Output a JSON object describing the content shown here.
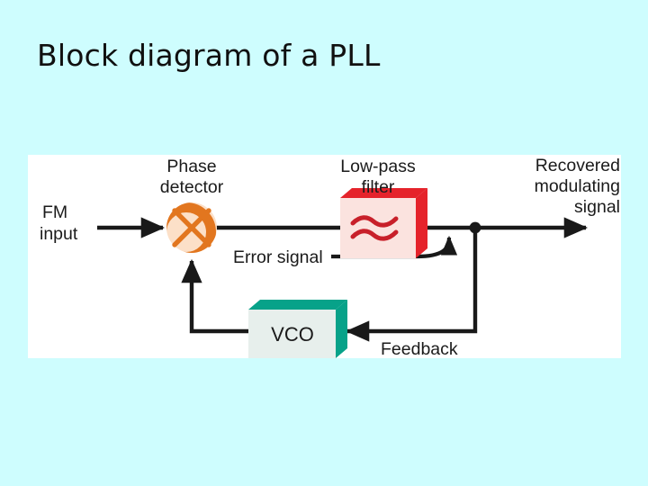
{
  "slide": {
    "title": "Block diagram of a PLL",
    "background_color": "#cefdfe",
    "panel_color": "#ffffff"
  },
  "figure": {
    "labels": {
      "fm_input_line1": "FM",
      "fm_input_line2": "input",
      "phase_detector_line1": "Phase",
      "phase_detector_line2": "detector",
      "low_pass_filter_line1": "Low-pass",
      "low_pass_filter_line2": "filter",
      "recovered_line1": "Recovered",
      "recovered_line2": "modulating",
      "recovered_line3": "signal",
      "error_signal": "Error signal",
      "vco": "VCO",
      "feedback": "Feedback"
    },
    "colors": {
      "mixer_fill": "#fce0c8",
      "mixer_accent": "#e2761f",
      "filter_front": "#fbe3df",
      "filter_side": "#e5232b",
      "filter_wave": "#c8202a",
      "vco_front": "#e7efec",
      "vco_side": "#07a289",
      "wire": "#191919"
    }
  },
  "chart_data": {
    "type": "diagram",
    "title": "Block diagram of a PLL",
    "blocks": [
      {
        "id": "phase-detector",
        "label": "Phase detector",
        "shape": "circle-mixer"
      },
      {
        "id": "low-pass-filter",
        "label": "Low-pass filter",
        "shape": "3d-box"
      },
      {
        "id": "vco",
        "label": "VCO",
        "shape": "3d-box"
      }
    ],
    "signals": [
      {
        "from": "input",
        "to": "phase-detector",
        "label": "FM input"
      },
      {
        "from": "phase-detector",
        "to": "low-pass-filter",
        "label": ""
      },
      {
        "from": "low-pass-filter",
        "to": "output",
        "label": "Recovered modulating signal"
      },
      {
        "from": "low-pass-filter",
        "to": "annotation",
        "label": "Error signal"
      },
      {
        "from": "output-junction",
        "to": "vco",
        "label": "Feedback"
      },
      {
        "from": "vco",
        "to": "phase-detector",
        "label": ""
      }
    ]
  }
}
